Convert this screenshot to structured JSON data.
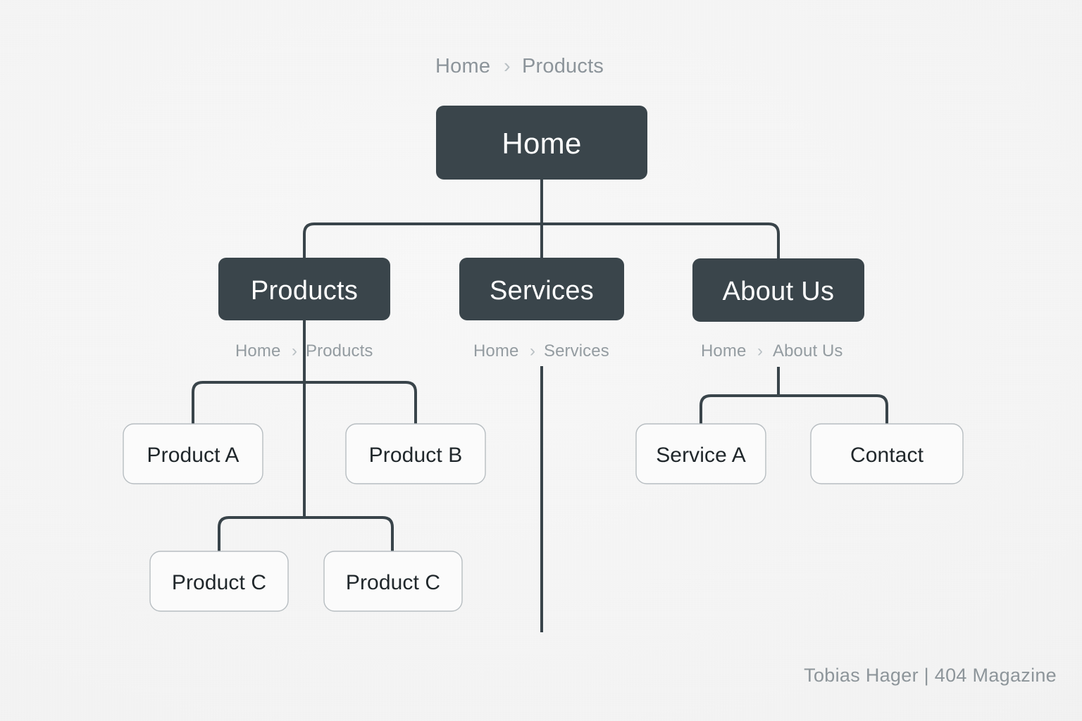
{
  "page": {
    "title": "Site Map Diagram",
    "background_color": "#f4f4f4",
    "node_dark_color": "#3a454b",
    "node_light_color": "#fbfbfb",
    "node_light_border_color": "#b7bdc1",
    "connector_color": "#39444a",
    "breadcrumb_color": "#8c949a",
    "node_dark_text_color": "#ffffff",
    "node_light_text_color": "#20272b"
  },
  "breadcrumb_top": {
    "name": "Home > Products",
    "items": [
      "Home",
      "Products"
    ],
    "separator": "›"
  },
  "root": {
    "label": "Home"
  },
  "level2": [
    {
      "label": "Products",
      "breadcrumb": {
        "items": [
          "Home",
          "Products"
        ],
        "separator": "›"
      }
    },
    {
      "label": "Services",
      "breadcrumb": {
        "items": [
          "Home",
          "Services"
        ],
        "separator": "›"
      }
    },
    {
      "label": "About Us",
      "breadcrumb": {
        "items": [
          "Home",
          "About Us"
        ],
        "separator": "›"
      }
    }
  ],
  "leaves": {
    "products_row1": [
      "Product A",
      "Product B"
    ],
    "products_row2": [
      "Product C",
      "Product C"
    ],
    "about_row": [
      "Service A",
      "Contact"
    ]
  },
  "labels": {
    "product_a": "Product A",
    "product_b": "Product B",
    "product_c_left": "Product C",
    "product_c_right": "Product C",
    "service_a": "Service A",
    "contact": "Contact"
  },
  "watermark": {
    "text": "Tobias Hager | 404 Magazine",
    "author": "Tobias Hager",
    "publication": "404 Magazine"
  }
}
